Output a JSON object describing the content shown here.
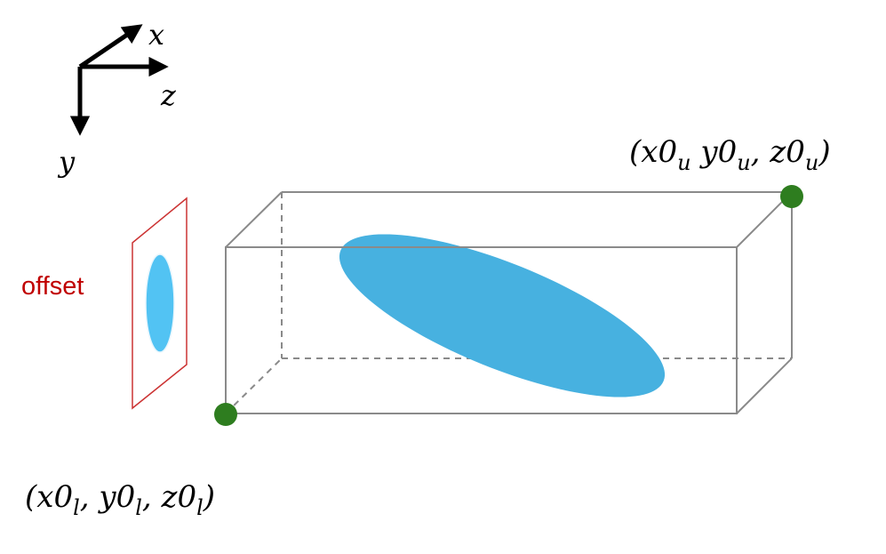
{
  "axes": {
    "x_label": "x",
    "y_label": "y",
    "z_label": "z"
  },
  "offset_label": "offset",
  "upper_corner": {
    "open": "(x0",
    "sub1": "u",
    "mid1": " y0",
    "sub2": "u",
    "mid2": ", z0",
    "sub3": "u",
    "close": ")"
  },
  "lower_corner": {
    "open": "(x0",
    "sub1": "l",
    "mid1": ", y0",
    "sub2": "l",
    "mid2": ", z0",
    "sub3": "l",
    "close": ")"
  },
  "colors": {
    "box_edge": "#888888",
    "ellipsoid": "#47b1e0",
    "projection": "#52c3f3",
    "offset_plane": "#cc3333",
    "offset_text": "#c00000",
    "corner_point": "#2e7d1f",
    "axis_arrow": "#000000"
  }
}
